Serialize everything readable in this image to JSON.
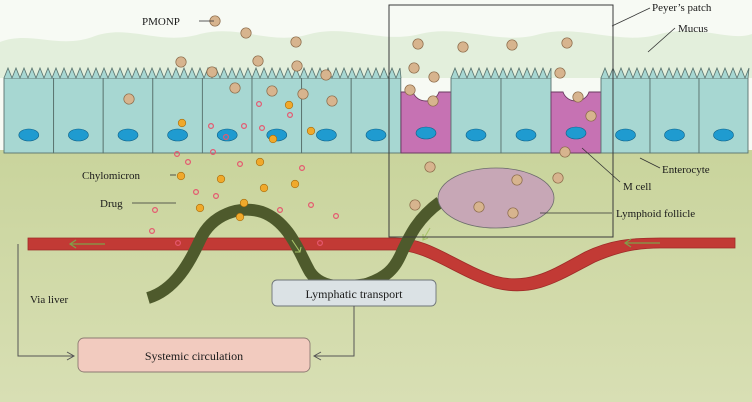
{
  "labels": {
    "pmonp": "PMONP",
    "peyers_patch": "Peyer’s patch",
    "mucus": "Mucus",
    "chylomicron": "Chylomicron",
    "drug": "Drug",
    "enterocyte": "Enterocyte",
    "m_cell": "M cell",
    "lymphoid_follicle": "Lymphoid follicle",
    "lymphatic_transport": "Lymphatic transport",
    "via_liver": "Via liver",
    "systemic_circulation": "Systemic circulation"
  },
  "colors": {
    "background_top": "#f7faf4",
    "mucus": "#e3efdc",
    "tissue": "#c4cf94",
    "enterocyte": "#a7d7d2",
    "enterocyte_border": "#59726e",
    "nucleus": "#1f9bd0",
    "m_cell": "#c672b3",
    "lymphoid_follicle": "#c7a7b6",
    "blood_vessel": "#c23a35",
    "lymph_vessel": "#4e5a2c",
    "pmonp_particle": "#d7b48e",
    "chylomicron": "#f0a92b",
    "drug": "#e5586f",
    "lymphatic_box": "#dbe2e5",
    "systemic_box": "#f2cbbf"
  }
}
